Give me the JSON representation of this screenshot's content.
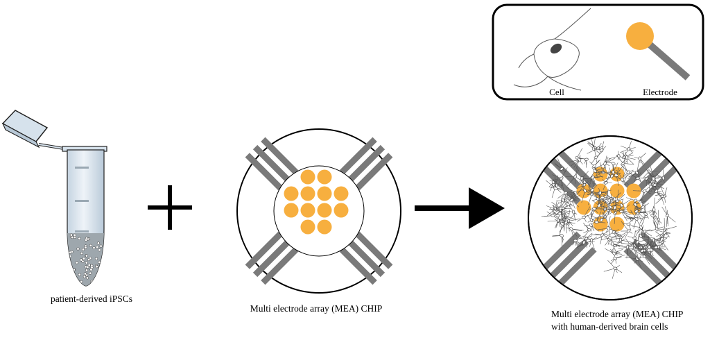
{
  "legend": {
    "cell_label": "Cell",
    "electrode_label": "Electrode"
  },
  "tube": {
    "caption": "patient-derived iPSCs"
  },
  "chip": {
    "caption": "Multi electrode array (MEA) CHIP"
  },
  "result": {
    "caption_line1": "Multi electrode array (MEA) CHIP",
    "caption_line2": "with human-derived brain cells"
  },
  "colors": {
    "electrode_pad": "#F7AF3F",
    "electrode_lead": "#7A7A7A",
    "outline": "#000000",
    "tube_fill": "#D6E2EC"
  }
}
